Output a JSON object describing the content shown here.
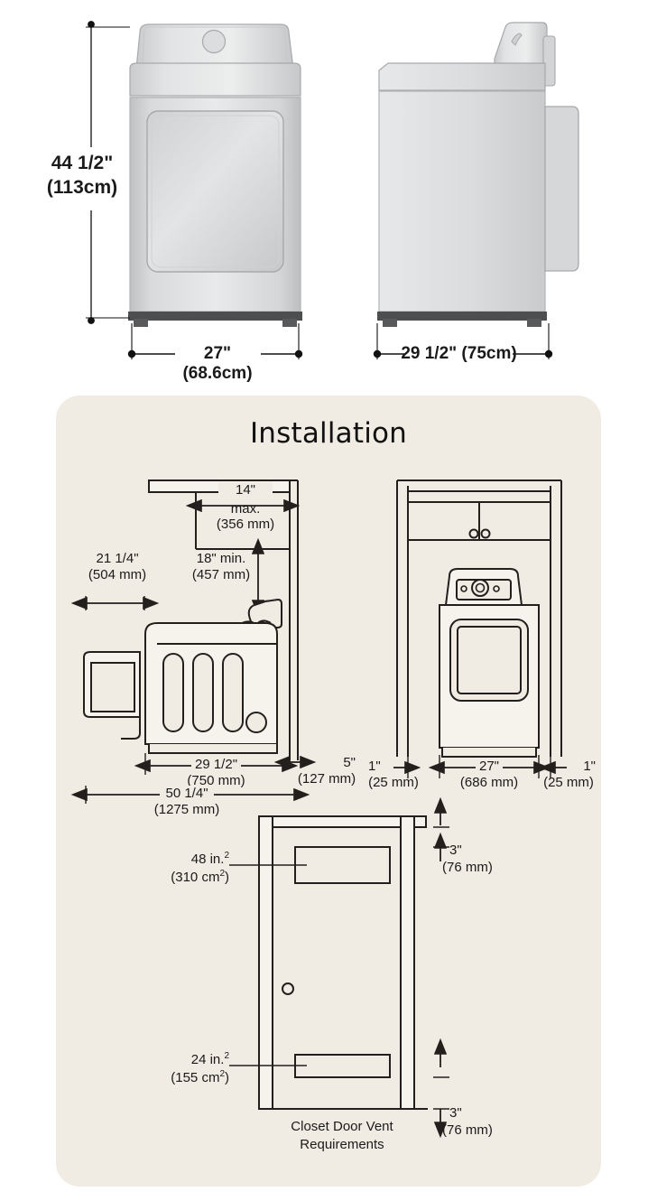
{
  "product": {
    "front_view": {
      "name": "dryer-front-view",
      "height_dimension": {
        "primary": "44 1/2\"",
        "secondary": "(113cm)"
      },
      "width_dimension": "27\" (68.6cm)"
    },
    "side_view": {
      "name": "dryer-side-view",
      "depth_dimension": "29 1/2\" (75cm)"
    }
  },
  "installation": {
    "title": "Installation",
    "side_clearance_diagram": {
      "exhaust_max": {
        "value": "14\"",
        "qualifier": "max.",
        "metric": "(356 mm)"
      },
      "exhaust_min_height": {
        "value": "18\" min.",
        "metric": "(457 mm)"
      },
      "door_swing": {
        "value": "21 1/4\"",
        "metric": "(504 mm)"
      },
      "unit_depth": {
        "value": "29 1/2\"",
        "metric": "(750 mm)"
      },
      "rear_clearance": {
        "value": "5\"",
        "metric": "(127 mm)"
      },
      "total_depth": {
        "value": "50 1/4\"",
        "metric": "(1275 mm)"
      }
    },
    "front_clearance_diagram": {
      "left_clearance": {
        "value": "1\"",
        "metric": "(25 mm)"
      },
      "unit_width": {
        "value": "27\"",
        "metric": "(686 mm)"
      },
      "right_clearance": {
        "value": "1\"",
        "metric": "(25 mm)"
      }
    },
    "closet_door_diagram": {
      "caption_line1": "Closet Door Vent",
      "caption_line2": "Requirements",
      "top_vent": {
        "area_in": "48 in.",
        "area_in_exp": "2",
        "area_cm": "(310 cm",
        "area_cm_exp": "2",
        "area_cm_close": ")"
      },
      "bottom_vent": {
        "area_in": "24 in.",
        "area_in_exp": "2",
        "area_cm": "(155 cm",
        "area_cm_exp": "2",
        "area_cm_close": ")"
      },
      "top_offset": {
        "value": "3\"",
        "metric": "(76 mm)"
      },
      "bottom_offset": {
        "value": "3\"",
        "metric": "(76 mm)"
      }
    }
  },
  "colors": {
    "panel_bg": "#F1ECE3",
    "line": "#231f1c",
    "appliance_light": "#e6e7e8",
    "appliance_mid": "#d2d4d5",
    "appliance_dark": "#58595b"
  }
}
